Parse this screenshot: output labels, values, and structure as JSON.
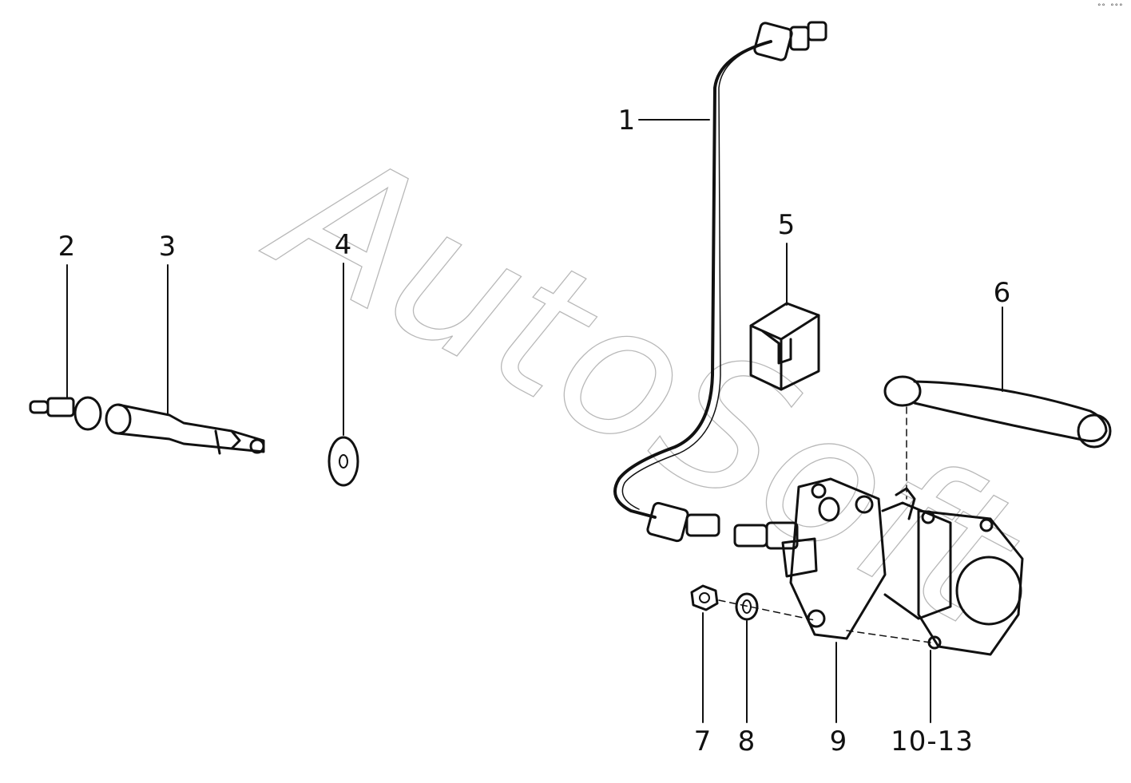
{
  "diagram": {
    "watermark": "AutoSoft",
    "corner_mark": "°° °°°",
    "callouts": [
      "1",
      "2",
      "3",
      "4",
      "5",
      "6",
      "7",
      "8",
      "9",
      "10-13"
    ]
  }
}
